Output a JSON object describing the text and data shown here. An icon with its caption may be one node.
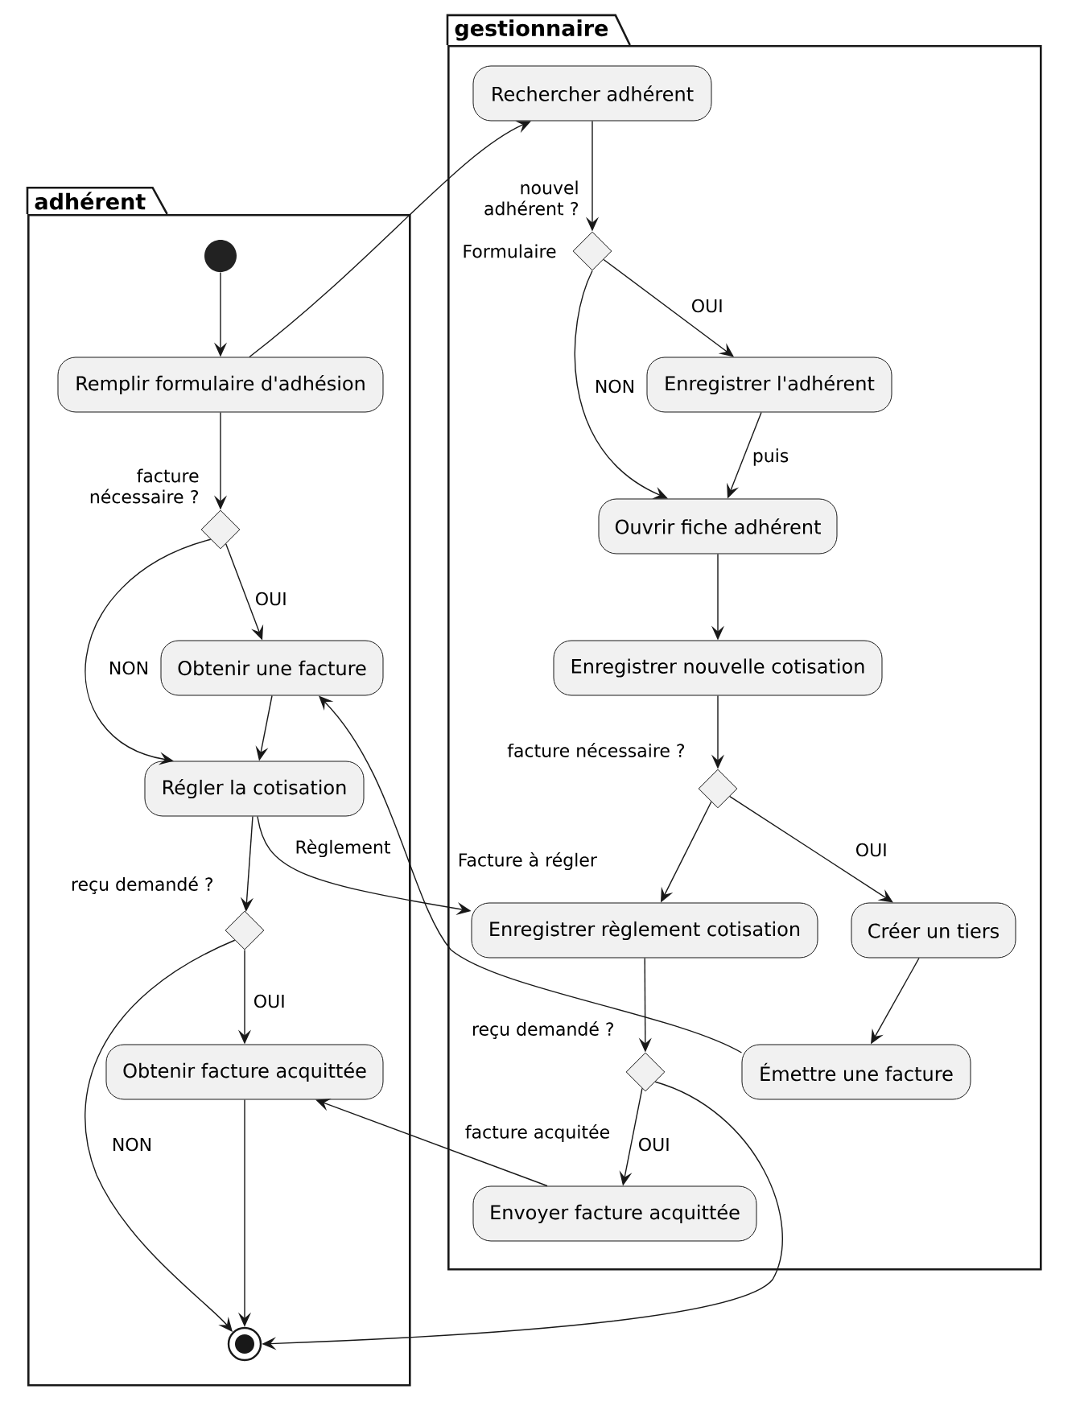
{
  "diagram": {
    "nodes": [
      {
        "text": [
          "adhérent"
        ]
      },
      {
        "text": [
          "gestionnaire"
        ]
      },
      {
        "text": [],
        "shape": "circle",
        "in": 0
      },
      {
        "text": [
          "Remplir formulaire d'adhésion"
        ],
        "in": 0
      },
      {
        "text": [],
        "shape": "diamond",
        "beside": [
          "facture nécessaire ?"
        ],
        "in": 0
      },
      {
        "text": [
          "Obtenir une facture"
        ],
        "in": 0
      },
      {
        "text": [
          "Régler la cotisation"
        ],
        "in": 0
      },
      {
        "text": [],
        "shape": "diamond",
        "beside": [
          "reçu demandé ?"
        ],
        "in": 0
      },
      {
        "text": [
          "Obtenir facture acquittée"
        ],
        "in": 0
      },
      {
        "text": [],
        "shape": "circle",
        "in": 0
      },
      {
        "text": [
          "Rechercher adhérent"
        ],
        "in": 1
      },
      {
        "text": [],
        "shape": "diamond",
        "beside": [
          "nouvel adhérent ?",
          "Formulaire"
        ],
        "in": 1
      },
      {
        "text": [
          "Enregistrer l'adhérent"
        ],
        "in": 1
      },
      {
        "text": [
          "Ouvrir fiche adhérent"
        ],
        "in": 1
      },
      {
        "text": [
          "Enregistrer nouvelle cotisation"
        ],
        "in": 1
      },
      {
        "text": [],
        "shape": "diamond",
        "beside": [
          "facture nécessaire ?"
        ],
        "in": 1
      },
      {
        "text": [
          "Enregistrer règlement cotisation"
        ],
        "in": 1
      },
      {
        "text": [
          "Créer un tiers"
        ],
        "in": 1
      },
      {
        "text": [],
        "shape": "diamond",
        "beside": [
          "reçu demandé ?"
        ],
        "in": 1
      },
      {
        "text": [
          "Émettre une facture"
        ],
        "in": 1
      },
      {
        "text": [
          "Envoyer facture acquittée"
        ],
        "in": 1
      }
    ],
    "edges": [
      {
        "from": 2,
        "to": 3,
        "arrow": "to"
      },
      {
        "from": 3,
        "to": 10,
        "arrow": "to"
      },
      {
        "from": 3,
        "to": 4,
        "arrow": "to"
      },
      {
        "from": 4,
        "to": 5,
        "arrow": "to",
        "label": "OUI"
      },
      {
        "from": 4,
        "to": 6,
        "arrow": "to",
        "label": "NON"
      },
      {
        "from": 5,
        "to": 6,
        "arrow": "to"
      },
      {
        "from": 6,
        "to": 7,
        "arrow": "to"
      },
      {
        "from": 6,
        "to": 16,
        "arrow": "to",
        "label": "Règlement"
      },
      {
        "from": 7,
        "to": 8,
        "arrow": "to",
        "label": "OUI"
      },
      {
        "from": 7,
        "to": 9,
        "arrow": "to",
        "label": "NON"
      },
      {
        "from": 8,
        "to": 9,
        "arrow": "to"
      },
      {
        "from": 10,
        "to": 11,
        "arrow": "to"
      },
      {
        "from": 11,
        "to": 12,
        "arrow": "to",
        "label": "OUI"
      },
      {
        "from": 11,
        "to": 13,
        "arrow": "to",
        "label": "NON"
      },
      {
        "from": 12,
        "to": 13,
        "arrow": "to",
        "label": "puis"
      },
      {
        "from": 13,
        "to": 14,
        "arrow": "to"
      },
      {
        "from": 14,
        "to": 15,
        "arrow": "to"
      },
      {
        "from": 15,
        "to": 16,
        "arrow": "to"
      },
      {
        "from": 15,
        "to": 17,
        "arrow": "to",
        "label": "OUI"
      },
      {
        "from": 16,
        "to": 18,
        "arrow": "to"
      },
      {
        "from": 17,
        "to": 19,
        "arrow": "to"
      },
      {
        "from": 19,
        "to": 5,
        "arrow": "to",
        "label": "Facture à régler"
      },
      {
        "from": 18,
        "to": 20,
        "arrow": "to",
        "label": "OUI"
      },
      {
        "from": 18,
        "to": 9,
        "arrow": "to"
      },
      {
        "from": 20,
        "to": 8,
        "arrow": "to",
        "label": "facture acquitée"
      }
    ]
  }
}
